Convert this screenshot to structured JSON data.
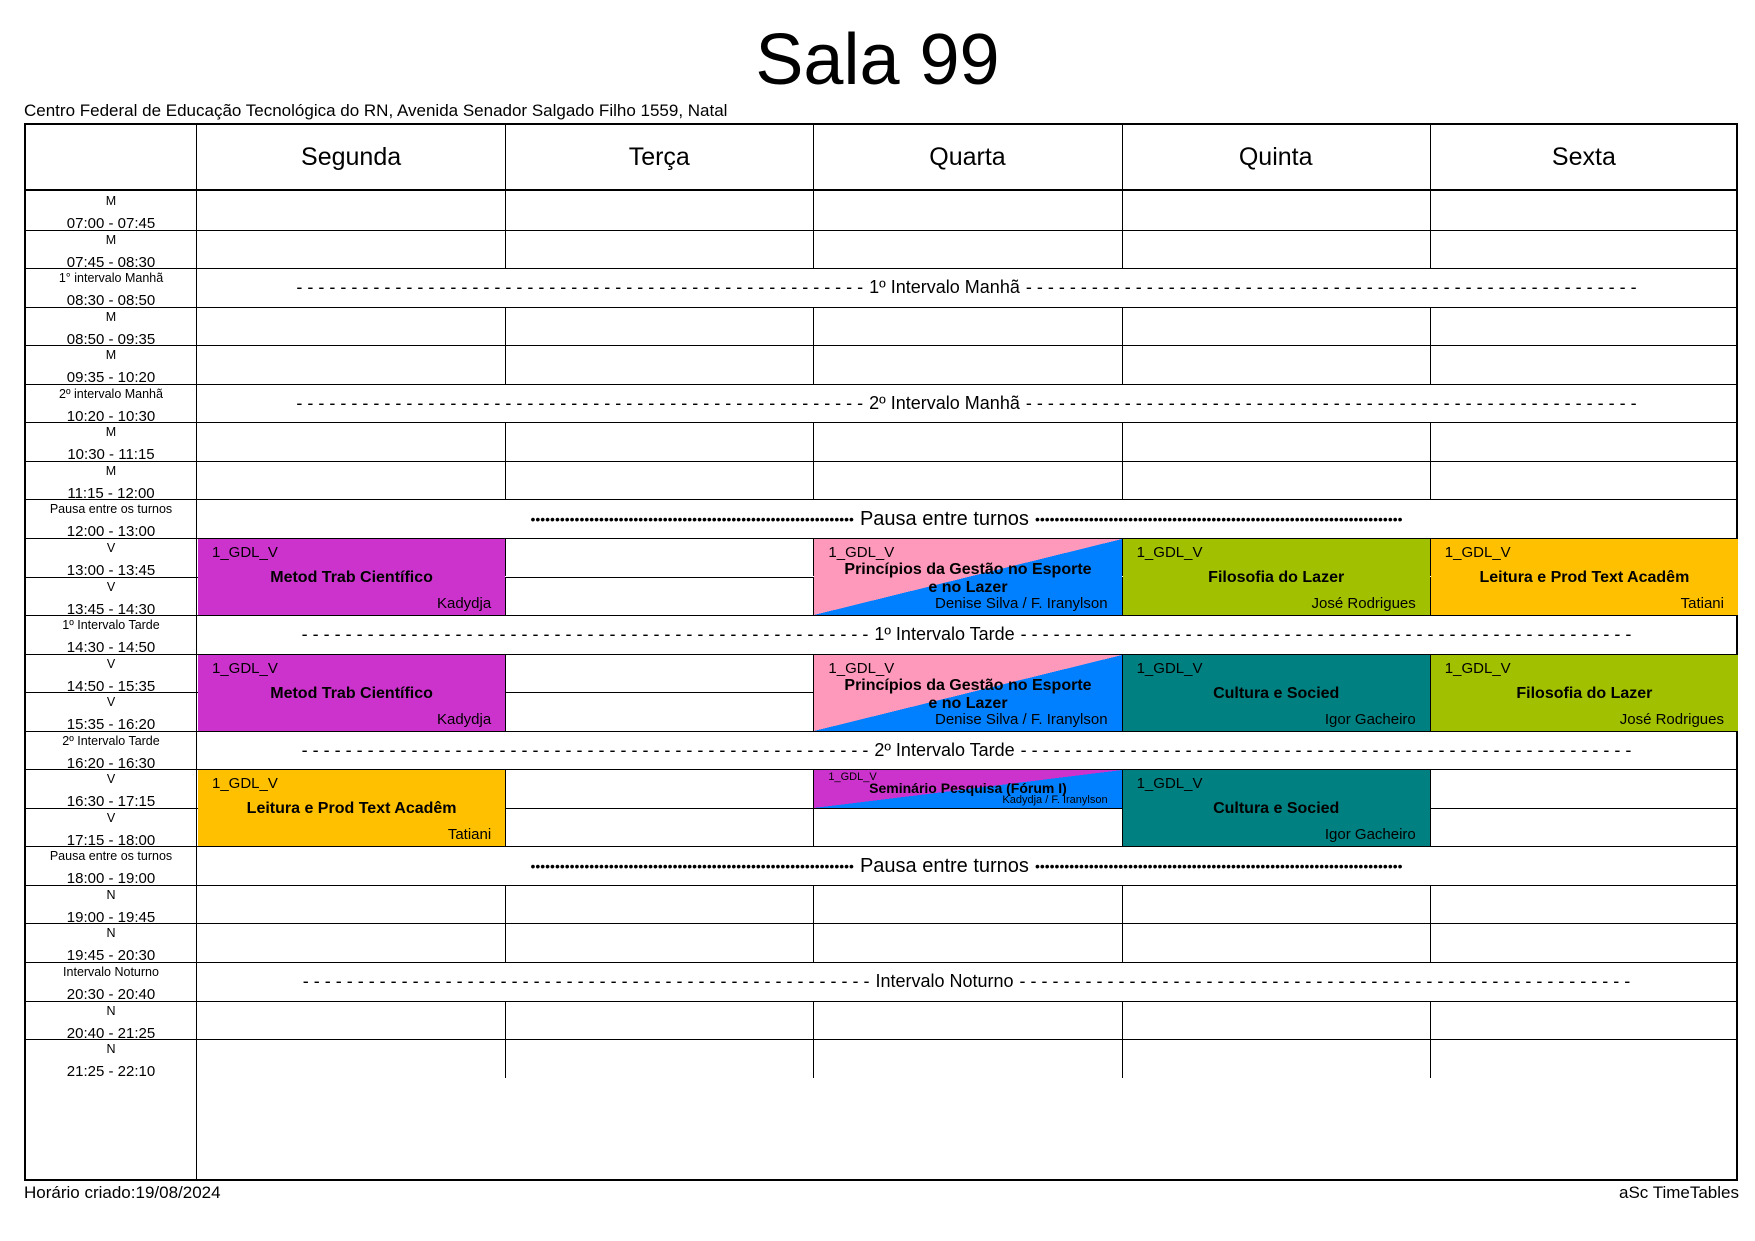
{
  "title": "Sala 99",
  "subtitle": "Centro Federal de Educação Tecnológica do RN, Avenida Senador Salgado Filho 1559, Natal",
  "days": [
    "Segunda",
    "Terça",
    "Quarta",
    "Quinta",
    "Sexta"
  ],
  "slots": [
    {
      "period": "M",
      "time": "07:00 - 07:45"
    },
    {
      "period": "M",
      "time": "07:45 - 08:30"
    },
    {
      "period": "1° intervalo Manhã",
      "time": "08:30 - 08:50",
      "break": "1º Intervalo Manhã",
      "break_style": "dash"
    },
    {
      "period": "M",
      "time": "08:50 - 09:35"
    },
    {
      "period": "M",
      "time": "09:35 - 10:20"
    },
    {
      "period": "2º intervalo Manhã",
      "time": "10:20 - 10:30",
      "break": "2º Intervalo Manhã",
      "break_style": "dash"
    },
    {
      "period": "M",
      "time": "10:30 - 11:15"
    },
    {
      "period": "M",
      "time": "11:15 - 12:00"
    },
    {
      "period": "Pausa entre os turnos",
      "time": "12:00 - 13:00",
      "break": "Pausa entre turnos",
      "break_style": "dot"
    },
    {
      "period": "V",
      "time": "13:00 - 13:45"
    },
    {
      "period": "V",
      "time": "13:45 - 14:30"
    },
    {
      "period": "1º Intervalo Tarde",
      "time": "14:30 - 14:50",
      "break": "1º Intervalo Tarde",
      "break_style": "dash"
    },
    {
      "period": "V",
      "time": "14:50 - 15:35"
    },
    {
      "period": "V",
      "time": "15:35 - 16:20"
    },
    {
      "period": "2º Intervalo Tarde",
      "time": "16:20 - 16:30",
      "break": "2º Intervalo Tarde",
      "break_style": "dash"
    },
    {
      "period": "V",
      "time": "16:30 - 17:15"
    },
    {
      "period": "V",
      "time": "17:15 - 18:00"
    },
    {
      "period": "Pausa entre os turnos",
      "time": "18:00 - 19:00",
      "break": "Pausa entre turnos",
      "break_style": "dot"
    },
    {
      "period": "N",
      "time": "19:00 - 19:45"
    },
    {
      "period": "N",
      "time": "19:45 - 20:30"
    },
    {
      "period": "Intervalo Noturno",
      "time": "20:30 - 20:40",
      "break": "Intervalo Noturno",
      "break_style": "dash"
    },
    {
      "period": "N",
      "time": "20:40 - 21:25"
    },
    {
      "period": "N",
      "time": "21:25 - 22:10"
    }
  ],
  "lessons": [
    {
      "day": 0,
      "slot": 9,
      "span": 2,
      "group": "1_GDL_V",
      "subject": "Metod Trab Científico",
      "teacher": "Kadydja",
      "color": "#CC33CC"
    },
    {
      "day": 2,
      "slot": 9,
      "span": 2,
      "group": "1_GDL_V",
      "subject": "Princípios da Gestão no Esporte e no Lazer",
      "teacher": "Denise Silva / F. Iranylson",
      "color": "#FF99BB",
      "color2": "#0080FF"
    },
    {
      "day": 3,
      "slot": 9,
      "span": 2,
      "group": "1_GDL_V",
      "subject": "Filosofia do Lazer",
      "teacher": "José Rodrigues",
      "color": "#A0C000"
    },
    {
      "day": 4,
      "slot": 9,
      "span": 2,
      "group": "1_GDL_V",
      "subject": "Leitura e Prod Text Acadêm",
      "teacher": "Tatiani",
      "color": "#FFC000"
    },
    {
      "day": 0,
      "slot": 12,
      "span": 2,
      "group": "1_GDL_V",
      "subject": "Metod Trab Científico",
      "teacher": "Kadydja",
      "color": "#CC33CC"
    },
    {
      "day": 2,
      "slot": 12,
      "span": 2,
      "group": "1_GDL_V",
      "subject": "Princípios da Gestão no Esporte e no Lazer",
      "teacher": "Denise Silva / F. Iranylson",
      "color": "#FF99BB",
      "color2": "#0080FF"
    },
    {
      "day": 3,
      "slot": 12,
      "span": 2,
      "group": "1_GDL_V",
      "subject": "Cultura e Socied",
      "teacher": "Igor Gacheiro",
      "color": "#008080"
    },
    {
      "day": 4,
      "slot": 12,
      "span": 2,
      "group": "1_GDL_V",
      "subject": "Filosofia do Lazer",
      "teacher": "José Rodrigues",
      "color": "#A0C000"
    },
    {
      "day": 0,
      "slot": 15,
      "span": 2,
      "group": "1_GDL_V",
      "subject": "Leitura e Prod Text Acadêm",
      "teacher": "Tatiani",
      "color": "#FFC000"
    },
    {
      "day": 2,
      "slot": 15,
      "span": 1,
      "group": "1_GDL_V",
      "subject": "Seminário Pesquisa (Fórum I)",
      "teacher": "Kadydja / F. Iranylson",
      "color": "#CC33CC",
      "color2": "#0080FF",
      "small": true
    },
    {
      "day": 3,
      "slot": 15,
      "span": 2,
      "group": "1_GDL_V",
      "subject": "Cultura e Socied",
      "teacher": "Igor Gacheiro",
      "color": "#008080"
    }
  ],
  "footer": {
    "created": "Horário criado:19/08/2024",
    "brand": "aSc TimeTables"
  }
}
